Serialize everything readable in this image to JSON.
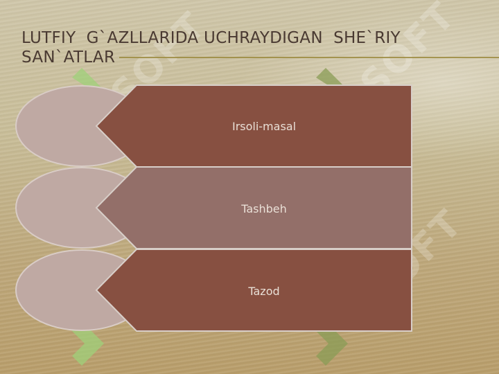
{
  "slide": {
    "title": "LUTFIY  G`AZLLARIDA UCHRAYDIGAN  SHE`RIY SAN`ATLAR",
    "items": [
      {
        "label": "Irsoli-masal"
      },
      {
        "label": "Tashbeh"
      },
      {
        "label": "Tazod"
      }
    ]
  },
  "watermark": {
    "text": "SOFT"
  },
  "colors": {
    "accent_rule": "#9b8a3e",
    "box_dark": "#875041",
    "box_light": "#936f69",
    "ellipse": "#bfa9a3",
    "title": "#4a3a32"
  }
}
